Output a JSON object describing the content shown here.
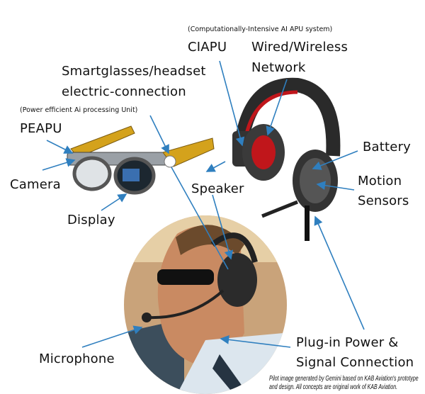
{
  "labels": {
    "ciapu_note": "(Computationally-Intensive AI APU system)",
    "ciapu": "CIAPU",
    "network_1": "Wired/Wireless",
    "network_2": "Network",
    "connection_1": "Smartglasses/headset",
    "connection_2": "electric-connection",
    "peapu_note": "(Power efficient Ai processing Unit)",
    "peapu": "PEAPU",
    "camera": "Camera",
    "display": "Display",
    "speaker": "Speaker",
    "battery": "Battery",
    "motion_1": "Motion",
    "motion_2": "Sensors",
    "microphone": "Microphone",
    "plugin_1": "Plug-in Power &",
    "plugin_2": "Signal Connection"
  },
  "credit": {
    "line1": "Pilot image generated by Gemini based on KAB Aviation's prototype",
    "line2": "and design. All concepts are original work of KAB Aviation."
  },
  "colors": {
    "arrow": "#2f7fbf",
    "headset_accent": "#c0161b",
    "glasses_frame": "#d4a21c"
  }
}
